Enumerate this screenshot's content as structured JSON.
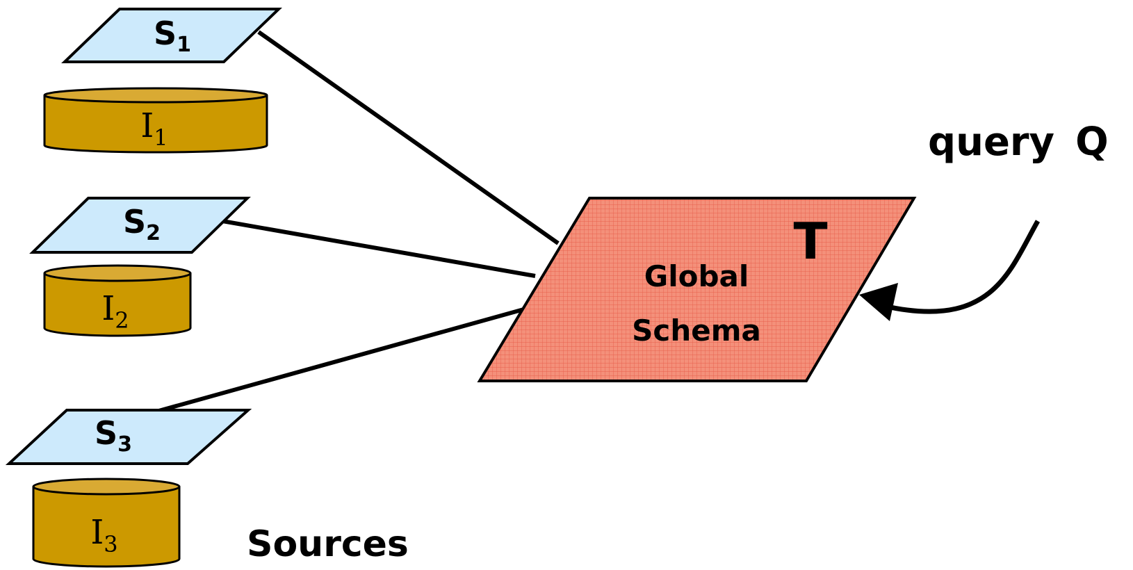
{
  "sources": [
    {
      "schema_letter": "S",
      "schema_sub": "1",
      "instance_letter": "I",
      "instance_sub": "1"
    },
    {
      "schema_letter": "S",
      "schema_sub": "2",
      "instance_letter": "I",
      "instance_sub": "2"
    },
    {
      "schema_letter": "S",
      "schema_sub": "3",
      "instance_letter": "I",
      "instance_sub": "3"
    }
  ],
  "sources_label": "Sources",
  "global_schema": {
    "line1": "Global",
    "line2": "Schema",
    "tag": "T"
  },
  "query": {
    "word": "query",
    "symbol": "Q"
  },
  "colors": {
    "schema_fill": "#cdeafc",
    "cylinder_fill": "#cc9900",
    "cylinder_top": "#d9aa33",
    "global_fill": "#f4907a",
    "global_grid": "#e85c4a",
    "stroke": "#000000"
  }
}
